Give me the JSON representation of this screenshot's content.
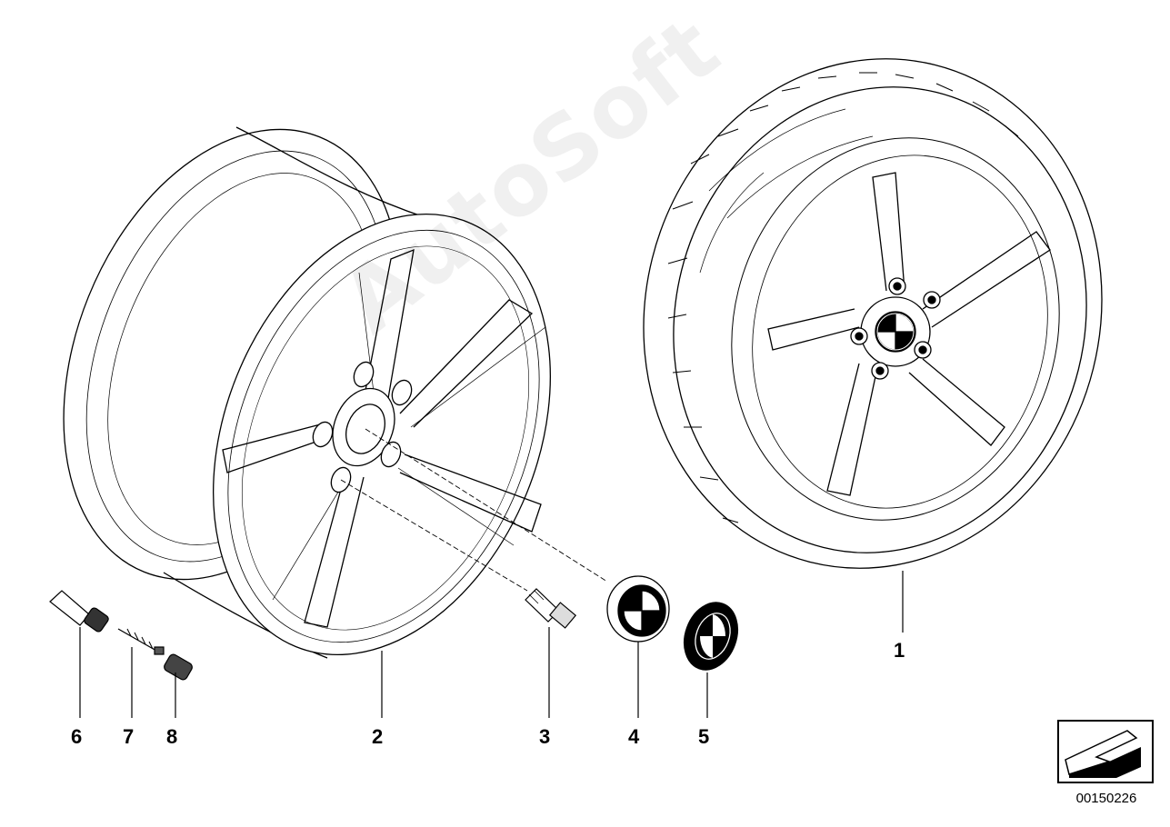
{
  "callouts": [
    {
      "id": "1",
      "label": "1"
    },
    {
      "id": "2",
      "label": "2"
    },
    {
      "id": "3",
      "label": "3"
    },
    {
      "id": "4",
      "label": "4"
    },
    {
      "id": "5",
      "label": "5"
    },
    {
      "id": "6",
      "label": "6"
    },
    {
      "id": "7",
      "label": "7"
    },
    {
      "id": "8",
      "label": "8"
    }
  ],
  "watermark": "AutoSoft",
  "document_number": "00150226",
  "icons": {
    "navigation": "next-page-arrow-icon",
    "logo": "roundel-emblem-icon"
  },
  "colors": {
    "line": "#000000",
    "background": "#ffffff"
  }
}
